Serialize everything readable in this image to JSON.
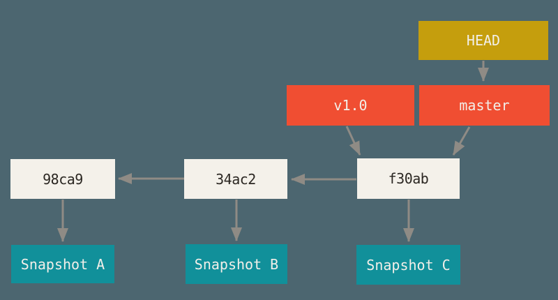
{
  "nodes": {
    "head": {
      "label": "HEAD"
    },
    "branch": {
      "label": "master"
    },
    "tag": {
      "label": "v1.0"
    },
    "commits": [
      {
        "id": "98ca9",
        "snapshot": "Snapshot A"
      },
      {
        "id": "34ac2",
        "snapshot": "Snapshot B"
      },
      {
        "id": "f30ab",
        "snapshot": "Snapshot C"
      }
    ]
  },
  "colors": {
    "background": "#4C6670",
    "head_fill": "#C59E0D",
    "ref_fill": "#F04E32",
    "commit_fill": "#F4F1EA",
    "snapshot_fill": "#11909A",
    "arrow": "#8F8B85",
    "light_text": "#F2EFE9",
    "dark_text": "#2B2722"
  }
}
